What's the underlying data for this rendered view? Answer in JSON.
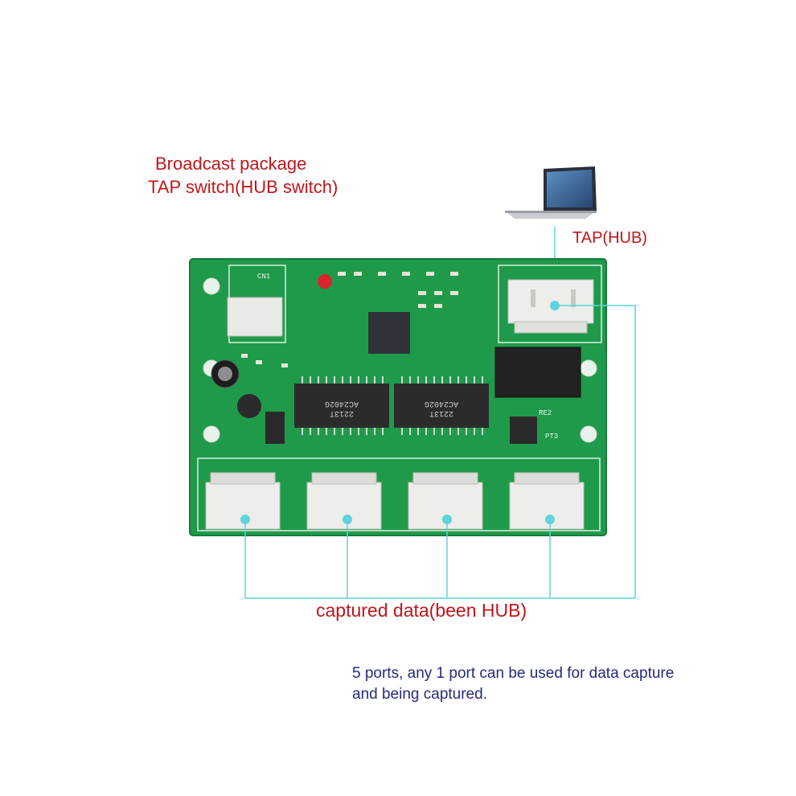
{
  "heading": {
    "line1": "Broadcast package",
    "line2": "TAP switch(HUB switch)"
  },
  "tap_label": "TAP(HUB)",
  "captured_label": "captured data(been HUB)",
  "note": {
    "line1": "5 ports, any 1 port can be used for data capture",
    "line2": "and being captured."
  },
  "board": {
    "chip_marking_1": "AC2402G",
    "chip_marking_2": "2213T",
    "connector_label": "CN1",
    "port_label": "PT3",
    "resistor_label": "RE2"
  },
  "colors": {
    "text_red": "#c0161b",
    "text_blue": "#232b7a",
    "pcb": "#1f9a4a",
    "leader": "#5fd3de"
  }
}
